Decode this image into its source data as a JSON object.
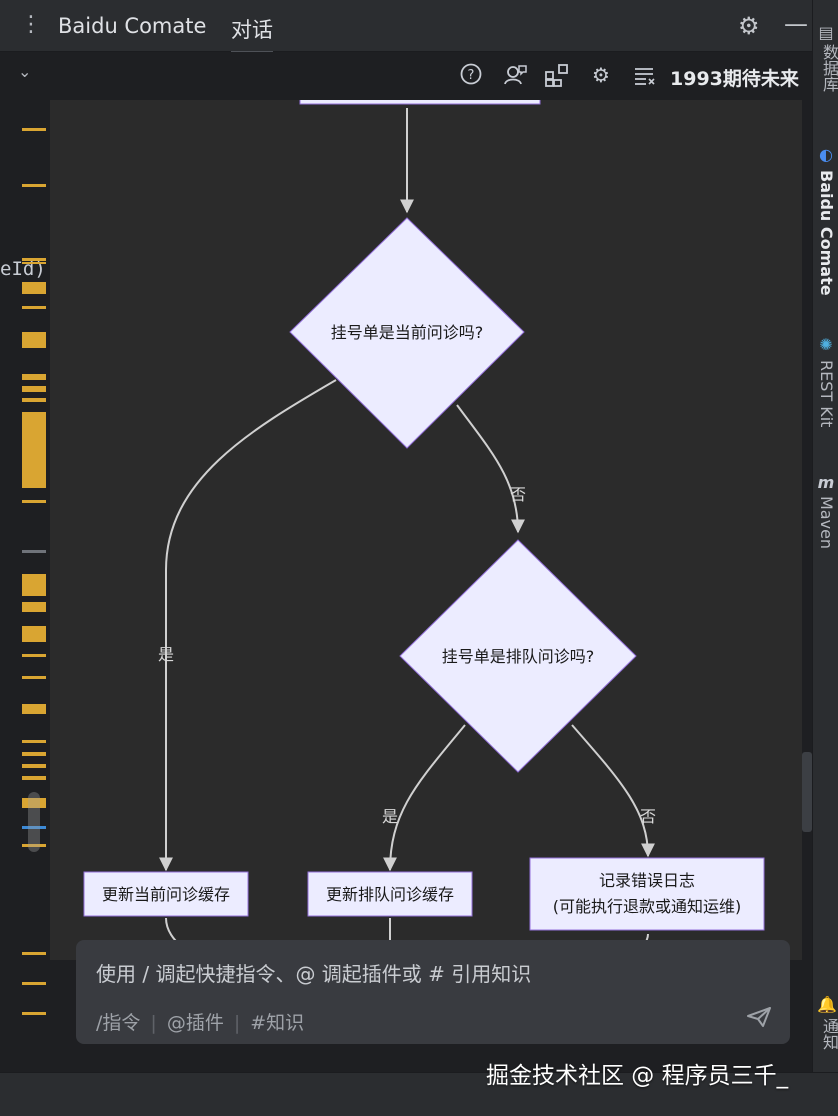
{
  "header": {
    "tabs": [
      {
        "label": "Baidu Comate",
        "active": false
      },
      {
        "label": "对话",
        "active": true
      }
    ]
  },
  "toolbar": {
    "icons": [
      "help-icon",
      "feedback-icon",
      "plugins-icon",
      "settings-icon",
      "history-icon"
    ],
    "username": "1993期待未来"
  },
  "gutter": {
    "code_fragment": "eId)"
  },
  "right_strip": {
    "items": [
      {
        "label": "数据库",
        "icon": "database-icon"
      },
      {
        "label": "Baidu Comate",
        "icon": "comate-icon",
        "active": true
      },
      {
        "label": "REST Kit",
        "icon": "rest-kit-icon"
      },
      {
        "label": "Maven",
        "icon": "maven-icon"
      },
      {
        "label": "通知",
        "icon": "bell-icon"
      }
    ]
  },
  "flowchart": {
    "decisions": [
      {
        "label": "挂号单是当前问诊吗?"
      },
      {
        "label": "挂号单是排队问诊吗?"
      }
    ],
    "actions": [
      {
        "label": "更新当前问诊缓存"
      },
      {
        "label": "更新排队问诊缓存"
      },
      {
        "label_line1": "记录错误日志",
        "label_line2": "(可能执行退款或通知运维)"
      }
    ],
    "edge_labels": {
      "d1_yes": "是",
      "d1_no": "否",
      "d2_yes": "是",
      "d2_no": "否"
    },
    "colors": {
      "node_fill": "#ececff",
      "node_stroke": "#9370db",
      "edge": "#d0d0d0"
    }
  },
  "input": {
    "placeholder": "使用 / 调起快捷指令、@ 调起插件或 # 引用知识",
    "command_label": "/指令",
    "plugin_label": "@插件",
    "knowledge_label": "#知识"
  },
  "watermark": "掘金技术社区 @ 程序员三千_"
}
